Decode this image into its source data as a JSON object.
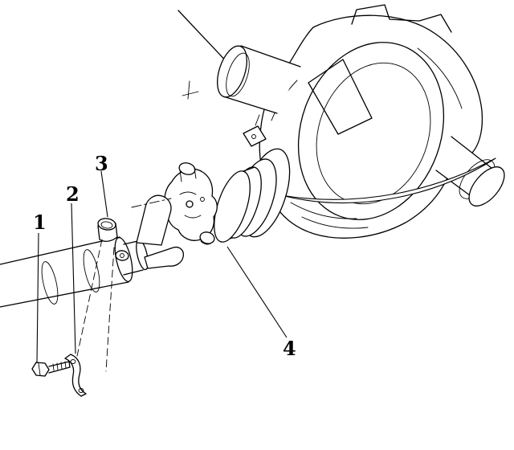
{
  "figure": {
    "background_color": "#ffffff",
    "line_color": "#000000",
    "callouts": [
      {
        "label": "1"
      },
      {
        "label": "2"
      },
      {
        "label": "3"
      },
      {
        "label": "4"
      }
    ]
  }
}
